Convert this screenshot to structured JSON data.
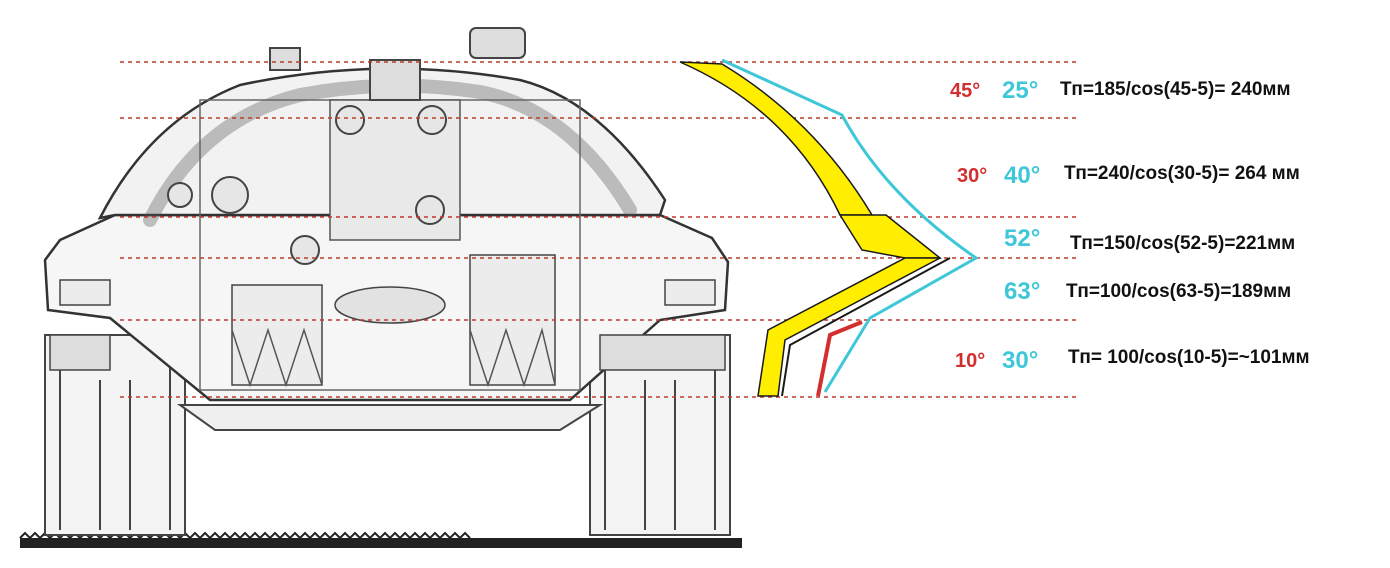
{
  "colors": {
    "guide_line": "#c0392b",
    "red_angle": "#d32f2f",
    "cyan_angle": "#3ec7d8",
    "yellow_plate": "#ffee00",
    "outline": "#1a1a1a",
    "drawing": "#555555"
  },
  "rows": [
    {
      "red_angle": "45°",
      "cyan_angle": "25°",
      "formula": "Тп=185/cos(45-5)= 240мм"
    },
    {
      "red_angle": "30°",
      "cyan_angle": "40°",
      "formula": "Тп=240/cos(30-5)= 264 мм"
    },
    {
      "red_angle": "",
      "cyan_angle": "52°",
      "formula": "Тп=150/cos(52-5)=221мм"
    },
    {
      "red_angle": "",
      "cyan_angle": "63°",
      "formula": "Тп=100/cos(63-5)=189мм"
    },
    {
      "red_angle": "10°",
      "cyan_angle": "30°",
      "formula": "Тп= 100/cos(10-5)=~101мм"
    }
  ]
}
